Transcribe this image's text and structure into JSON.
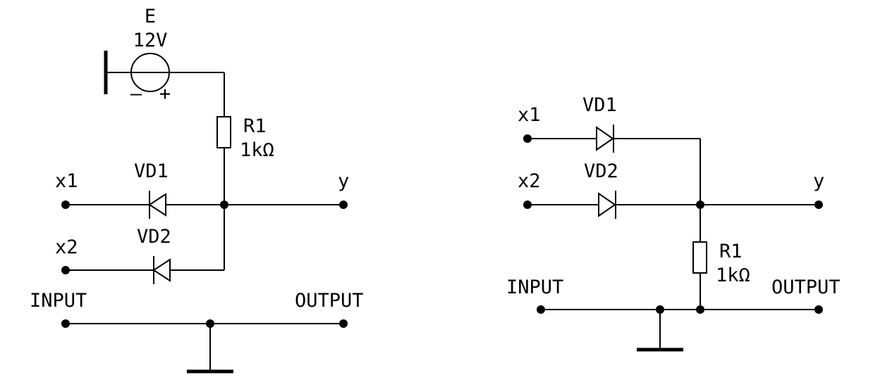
{
  "left_circuit": {
    "source_name": "E",
    "source_value": "12V",
    "source_minus": "–",
    "source_plus": "+",
    "resistor_name": "R1",
    "resistor_value": "1kΩ",
    "x1": "x1",
    "x2": "x2",
    "diode1": "VD1",
    "diode2": "VD2",
    "y": "y",
    "input": "INPUT",
    "output": "OUTPUT"
  },
  "right_circuit": {
    "x1": "x1",
    "x2": "x2",
    "diode1": "VD1",
    "diode2": "VD2",
    "y": "y",
    "resistor_name": "R1",
    "resistor_value": "1kΩ",
    "input": "INPUT",
    "output": "OUTPUT"
  }
}
